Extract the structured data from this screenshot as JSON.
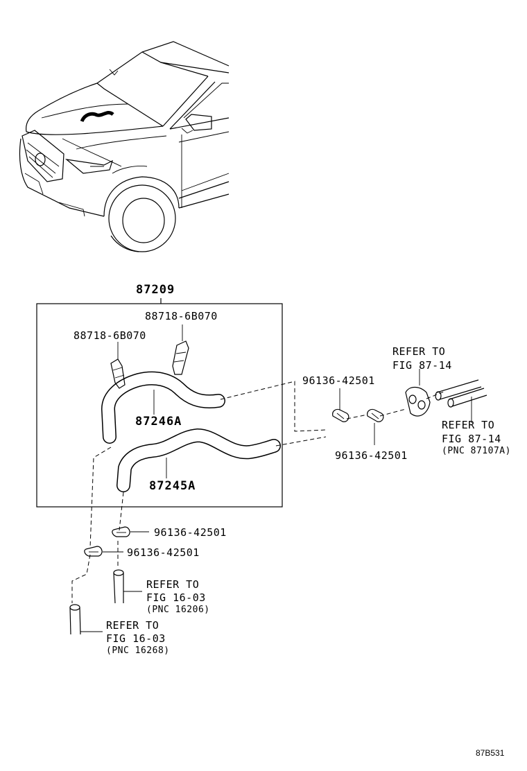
{
  "assembly": {
    "part_number": "87209"
  },
  "parts": {
    "clamp_upper_right": "88718-6B070",
    "clamp_upper_left": "88718-6B070",
    "hose_upper": "87246A",
    "hose_lower": "87245A",
    "clip_right_top": "96136-42501",
    "clip_right_bottom": "96136-42501",
    "clip_lower_1": "96136-42501",
    "clip_lower_2": "96136-42501"
  },
  "references": {
    "grommet": {
      "line1": "REFER TO",
      "line2": "FIG 87-14"
    },
    "pipes_right": {
      "line1": "REFER TO",
      "line2": "FIG 87-14",
      "line3": "(PNC 87107A)"
    },
    "pipe_lower_1": {
      "line1": "REFER TO",
      "line2": "FIG 16-03",
      "line3": "(PNC 16206)"
    },
    "pipe_lower_2": {
      "line1": "REFER TO",
      "line2": "FIG 16-03",
      "line3": "(PNC 16268)"
    }
  },
  "figure_code": "87B531"
}
